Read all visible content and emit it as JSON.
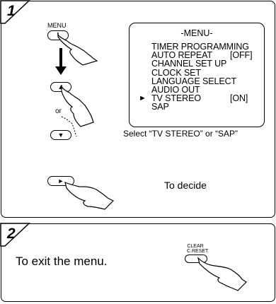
{
  "steps": [
    {
      "number": "1",
      "menu_button_label": "MENU",
      "or_label": "or",
      "menu": {
        "title": "-MENU-",
        "items": [
          {
            "label": "TIMER PROGRAMMING",
            "value": ""
          },
          {
            "label": "AUTO REPEAT",
            "value": "[OFF]"
          },
          {
            "label": "CHANNEL SET UP",
            "value": ""
          },
          {
            "label": "CLOCK SET",
            "value": ""
          },
          {
            "label": "LANGUAGE SELECT",
            "value": ""
          },
          {
            "label": "AUDIO OUT",
            "value": ""
          },
          {
            "label": "TV STEREO",
            "value": "[ON]",
            "selected": true
          },
          {
            "label": "SAP",
            "value": ""
          }
        ],
        "pointer_glyph": "►"
      },
      "select_caption": "Select “TV STEREO” or “SAP”",
      "decide_caption": "To decide",
      "icons": [
        "up-arrow-button-icon",
        "down-arrow-button-icon",
        "play-button-icon",
        "pointing-hand-icon"
      ]
    },
    {
      "number": "2",
      "caption": "To exit the menu.",
      "button_label_top": "CLEAR",
      "button_label_bottom": "C.RESET"
    }
  ]
}
